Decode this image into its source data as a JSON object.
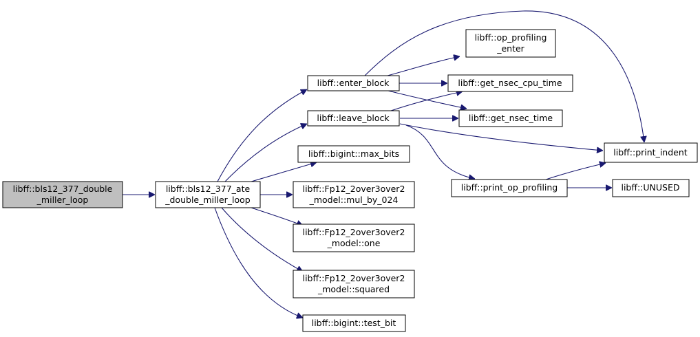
{
  "nodes": {
    "root": {
      "lines": [
        "libff::bls12_377_double",
        "_miller_loop"
      ]
    },
    "ate": {
      "lines": [
        "libff::bls12_377_ate",
        "_double_miller_loop"
      ]
    },
    "enter_block": {
      "lines": [
        "libff::enter_block"
      ]
    },
    "leave_block": {
      "lines": [
        "libff::leave_block"
      ]
    },
    "max_bits": {
      "lines": [
        "libff::bigint::max_bits"
      ]
    },
    "mul_by_024": {
      "lines": [
        "libff::Fp12_2over3over2",
        "_model::mul_by_024"
      ]
    },
    "one": {
      "lines": [
        "libff::Fp12_2over3over2",
        "_model::one"
      ]
    },
    "squared": {
      "lines": [
        "libff::Fp12_2over3over2",
        "_model::squared"
      ]
    },
    "test_bit": {
      "lines": [
        "libff::bigint::test_bit"
      ]
    },
    "op_prof_enter": {
      "lines": [
        "libff::op_profiling",
        "_enter"
      ]
    },
    "cpu_time": {
      "lines": [
        "libff::get_nsec_cpu_time"
      ]
    },
    "nsec_time": {
      "lines": [
        "libff::get_nsec_time"
      ]
    },
    "print_indent": {
      "lines": [
        "libff::print_indent"
      ]
    },
    "print_op_prof": {
      "lines": [
        "libff::print_op_profiling"
      ]
    },
    "unused": {
      "lines": [
        "libff::UNUSED"
      ]
    }
  },
  "edges": [
    [
      "root",
      "ate"
    ],
    [
      "ate",
      "enter_block"
    ],
    [
      "ate",
      "leave_block"
    ],
    [
      "ate",
      "max_bits"
    ],
    [
      "ate",
      "mul_by_024"
    ],
    [
      "ate",
      "one"
    ],
    [
      "ate",
      "squared"
    ],
    [
      "ate",
      "test_bit"
    ],
    [
      "enter_block",
      "op_prof_enter"
    ],
    [
      "enter_block",
      "cpu_time"
    ],
    [
      "enter_block",
      "nsec_time"
    ],
    [
      "enter_block",
      "print_indent"
    ],
    [
      "leave_block",
      "cpu_time"
    ],
    [
      "leave_block",
      "nsec_time"
    ],
    [
      "leave_block",
      "print_indent"
    ],
    [
      "leave_block",
      "print_op_prof"
    ],
    [
      "print_op_prof",
      "print_indent"
    ],
    [
      "print_op_prof",
      "unused"
    ]
  ]
}
